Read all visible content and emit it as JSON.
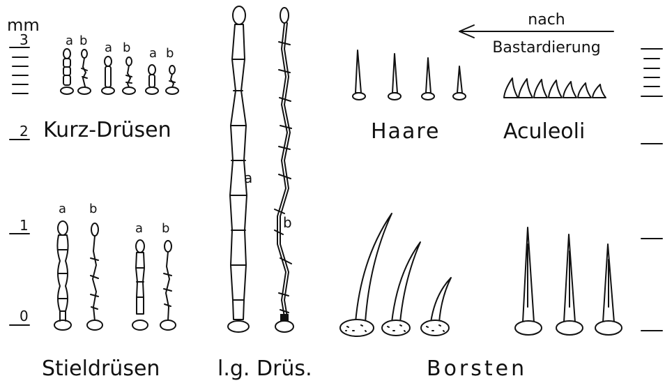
{
  "scale": {
    "unit": "mm",
    "ticks": [
      "3",
      "2",
      "1",
      "0"
    ]
  },
  "labels": {
    "kurz_druesen": "Kurz-Drüsen",
    "stieldruesen": "Stieldrüsen",
    "lg_drues": "l.g. Drüs.",
    "haare": "Haare",
    "aculeoli": "Aculeoli",
    "borsten": "Borsten",
    "arrow_line1": "nach",
    "arrow_line2": "Bastardierung",
    "variant_a": "a",
    "variant_b": "b"
  },
  "colors": {
    "ink": "#111111",
    "background": "#ffffff"
  }
}
